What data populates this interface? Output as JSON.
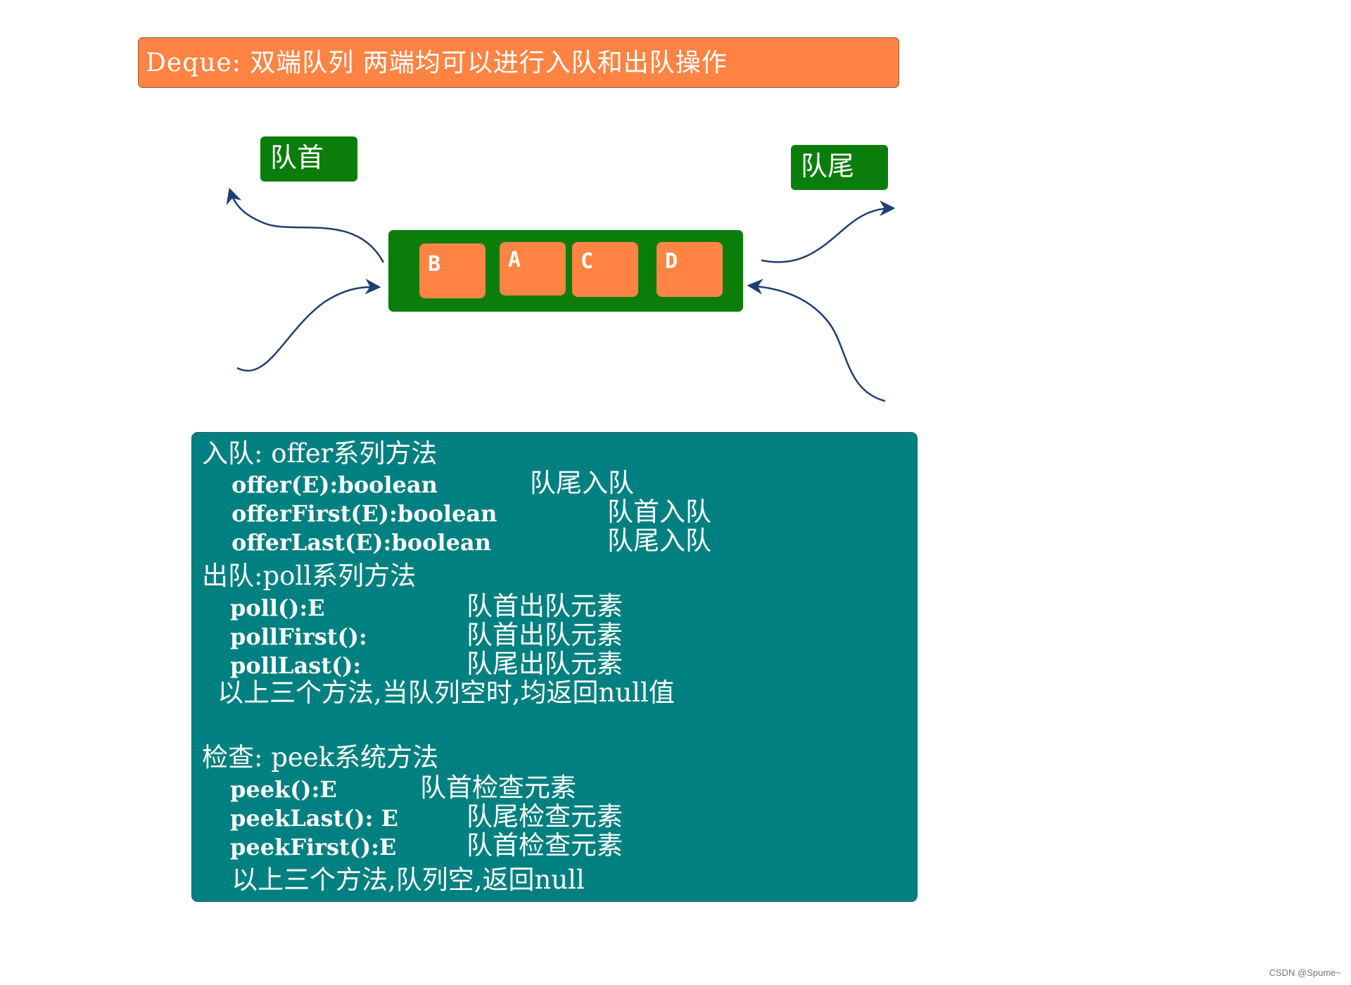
{
  "title": "Deque: 双端队列   两端均可以进行入队和出队操作",
  "labels": {
    "head": "队首",
    "tail": "队尾"
  },
  "elements": [
    "B",
    "A",
    "C",
    "D"
  ],
  "info": {
    "enqueue_header": "入队: offer系列方法",
    "enqueue": [
      {
        "method": "offer(E):boolean",
        "desc": "队尾入队"
      },
      {
        "method": "offerFirst(E):boolean",
        "desc": "队首入队"
      },
      {
        "method": "offerLast(E):boolean",
        "desc": "队尾入队"
      }
    ],
    "dequeue_header": "出队:poll系列方法",
    "dequeue": [
      {
        "method": "poll():E",
        "desc": "队首出队元素"
      },
      {
        "method": "pollFirst():",
        "desc": "队首出队元素"
      },
      {
        "method": "pollLast():",
        "desc": "队尾出队元素"
      }
    ],
    "dequeue_note": "以上三个方法,当队列空时,均返回null值",
    "peek_header": "检查: peek系统方法",
    "peek": [
      {
        "method": "peek():E",
        "desc": "队首检查元素"
      },
      {
        "method": "peekLast(): E",
        "desc": "队尾检查元素"
      },
      {
        "method": "peekFirst():E",
        "desc": "队首检查元素"
      }
    ],
    "peek_note": "以上三个方法,队列空,返回null"
  },
  "watermark": "CSDN @Spume~",
  "colors": {
    "orange": "#FF8444",
    "green": "#0B7D0B",
    "teal": "#008080",
    "arrow": "#1F3F73"
  }
}
